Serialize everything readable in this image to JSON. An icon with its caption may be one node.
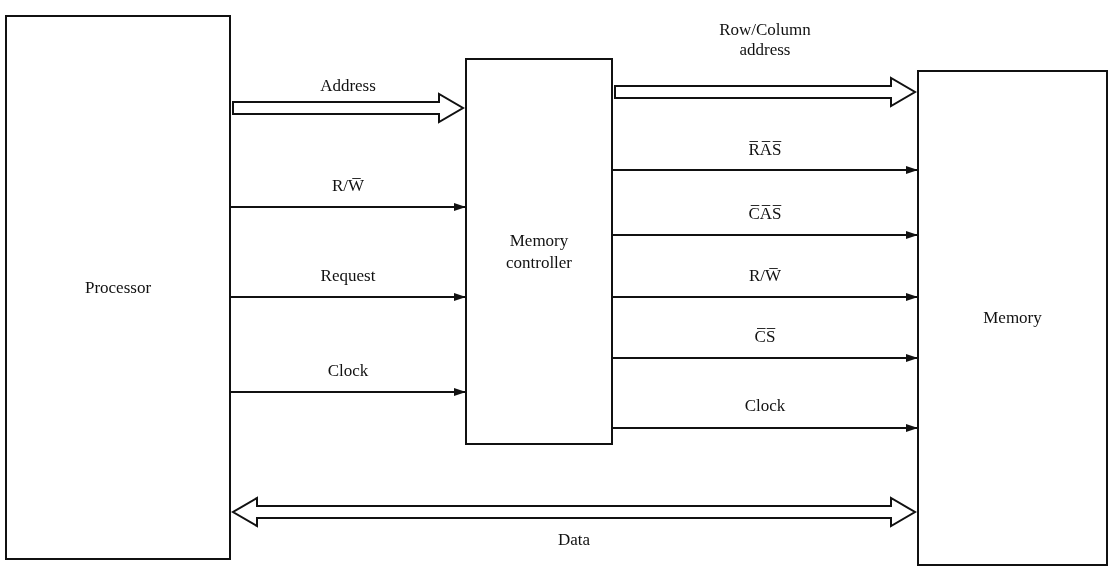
{
  "diagram": {
    "nodes": [
      {
        "text": [
          "Processor"
        ]
      },
      {
        "text": [
          "Memory controller"
        ]
      },
      {
        "text": [
          "Memory"
        ]
      }
    ],
    "edges": [
      {
        "from": 0,
        "to": 1,
        "arrow": "to",
        "label": "Address",
        "style": "thick"
      },
      {
        "from": 0,
        "to": 1,
        "arrow": "to",
        "label": "R/W̅"
      },
      {
        "from": 0,
        "to": 1,
        "arrow": "to",
        "label": "Request"
      },
      {
        "from": 0,
        "to": 1,
        "arrow": "to",
        "label": "Clock"
      },
      {
        "from": 1,
        "to": 2,
        "arrow": "to",
        "label": "Row/Column address",
        "style": "thick"
      },
      {
        "from": 1,
        "to": 2,
        "arrow": "to",
        "label": "R̅A̅S̅"
      },
      {
        "from": 1,
        "to": 2,
        "arrow": "to",
        "label": "C̅A̅S̅"
      },
      {
        "from": 1,
        "to": 2,
        "arrow": "to",
        "label": "R/W̅"
      },
      {
        "from": 1,
        "to": 2,
        "arrow": "to",
        "label": "C̅S̅"
      },
      {
        "from": 1,
        "to": 2,
        "arrow": "to",
        "label": "Clock"
      },
      {
        "from": 0,
        "to": 2,
        "arrow": "both",
        "label": "Data",
        "style": "thick"
      }
    ]
  }
}
